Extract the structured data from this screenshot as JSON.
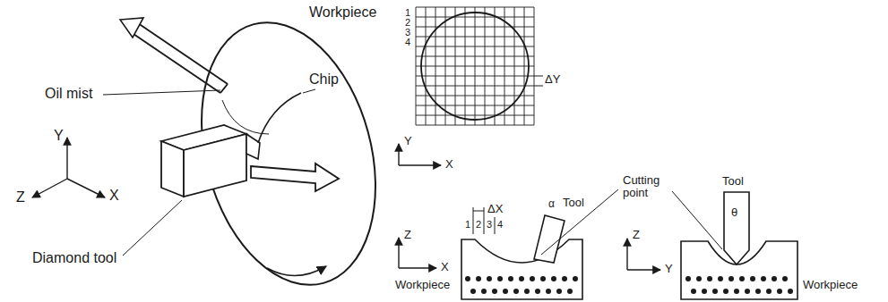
{
  "diagram": {
    "labels": [
      "Oil mist",
      "Workpiece",
      "Chip",
      "Y",
      "Z",
      "X",
      "Diamond tool",
      "1",
      "2",
      "3",
      "4",
      "ΔY",
      "Y",
      "X",
      "Cutting point",
      "Z",
      "X",
      "1",
      "2",
      "3",
      "4",
      "ΔX",
      "α",
      "Tool",
      "Workpiece",
      "Z",
      "Y",
      "Tool",
      "θ",
      "Workpiece"
    ]
  }
}
